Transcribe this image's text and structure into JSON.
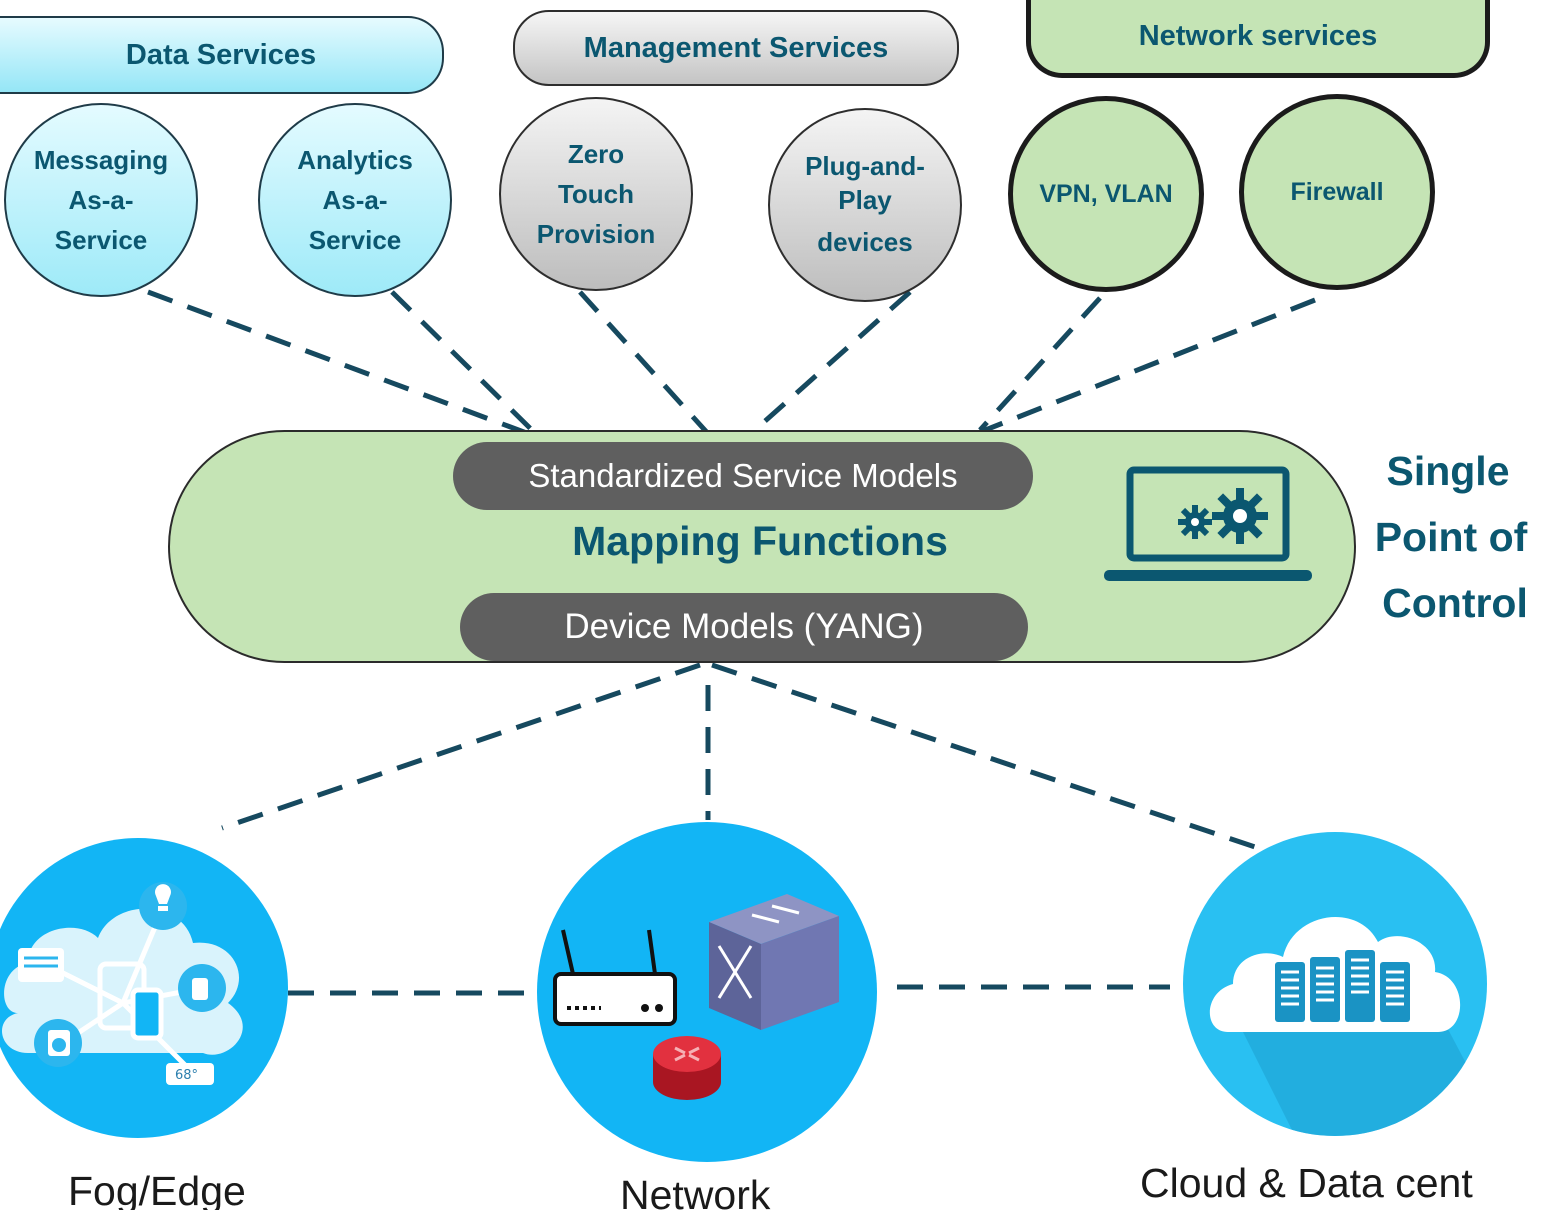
{
  "groups": {
    "data_services": "Data Services",
    "management_services": "Management Services",
    "network_services": "Network services"
  },
  "services": {
    "messaging": [
      "Messaging",
      "As-a-",
      "Service"
    ],
    "analytics": [
      "Analytics",
      "As-a-",
      "Service"
    ],
    "zero_touch": [
      "Zero",
      "Touch",
      "Provision"
    ],
    "plug_and_play": [
      "Plug-and-",
      "Play",
      "devices"
    ],
    "vpn": "VPN, VLAN",
    "firewall": "Firewall"
  },
  "core": {
    "service_models": "Standardized Service Models",
    "mapping": "Mapping Functions",
    "device_models": "Device Models (YANG)"
  },
  "control": [
    "Single",
    "Point of",
    "Control"
  ],
  "endpoints": {
    "fog_edge": "Fog/Edge",
    "network": "Network",
    "cloud": "Cloud & Data cent"
  },
  "thermostat_reading": "68°",
  "colors": {
    "text_teal": "#0b5770",
    "core_fill": "#c5e4b5",
    "endpoint_blue": "#12b5f5",
    "dark_pill": "#5f5f5f",
    "line": "#16495f"
  }
}
